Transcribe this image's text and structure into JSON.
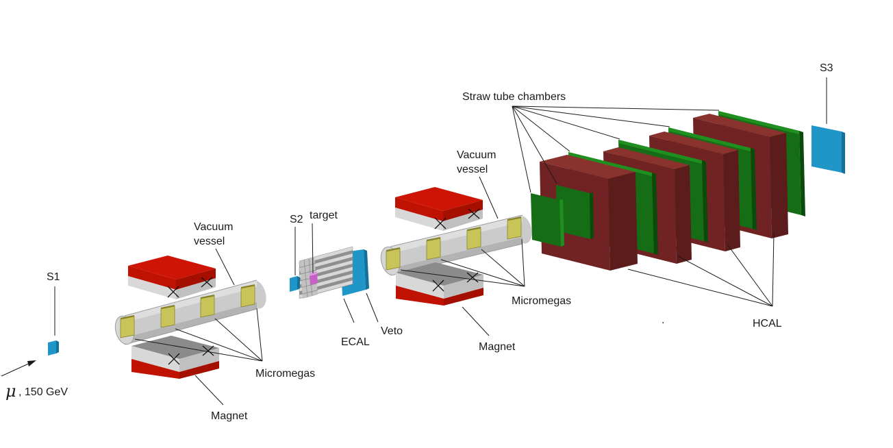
{
  "diagram_title": "Fixed-target beam line detector schematic",
  "labels": {
    "s1": "S1",
    "s2": "S2",
    "s3": "S3",
    "beam_mu": "μ",
    "beam_energy": ", 150 GeV",
    "vacuum_word": "Vacuum",
    "vessel_word": "vessel",
    "micromegas": "Micromegas",
    "magnet": "Magnet",
    "target": "target",
    "ecal": "ECAL",
    "veto": "Veto",
    "straw": "Straw tube chambers",
    "hcal": "HCAL",
    "stray_dot": "."
  },
  "components": [
    {
      "name": "s1-scintillator",
      "type": "scintillator counter"
    },
    {
      "name": "magnet-1",
      "type": "dipole magnet pair"
    },
    {
      "name": "vacuum-vessel-1",
      "type": "vacuum vessel with 4 micromegas stations"
    },
    {
      "name": "s2-scintillator",
      "type": "scintillator counter"
    },
    {
      "name": "target",
      "type": "active target cell"
    },
    {
      "name": "ecal",
      "type": "electromagnetic calorimeter"
    },
    {
      "name": "veto",
      "type": "veto counter"
    },
    {
      "name": "magnet-2",
      "type": "dipole magnet pair"
    },
    {
      "name": "vacuum-vessel-2",
      "type": "vacuum vessel with 4 micromegas stations"
    },
    {
      "name": "straw-tube-chambers",
      "type": "6 tracking chambers"
    },
    {
      "name": "hcal",
      "type": "4 hadronic calorimeter modules"
    },
    {
      "name": "s3-scintillator",
      "type": "scintillator counter"
    }
  ],
  "colors": {
    "magnet_red_top": "#ce1505",
    "magnet_red_front": "#c01200",
    "magnet_red_side": "#a50f00",
    "magnet_gray_front": "#d8d8d8",
    "magnet_gray_side": "#c0c0c0",
    "magnet_gray_top_dark": "#8b8b8b",
    "vessel_body": "#cbcbcb",
    "vessel_light": "#dedede",
    "vessel_shadow": "#b3b3b3",
    "vessel_cap": "#d6d6d6",
    "mm_face": "#c9c45a",
    "mm_edge_dark": "#85822a",
    "ecal_base": "#8f8f8f",
    "ecal_rod": "#d8d8d8",
    "ecal_face": "#c2c2c2",
    "target_face": "#c75fc7",
    "target_top": "#e09ae0",
    "blue_face": "#2095c8",
    "blue_edge": "#14719b",
    "hcal_front": "#702322",
    "hcal_top": "#8a332e",
    "hcal_side": "#5c1c1b",
    "green_face": "#156e15",
    "green_light": "#1f8f1f",
    "green_dark": "#0a4a0a"
  }
}
